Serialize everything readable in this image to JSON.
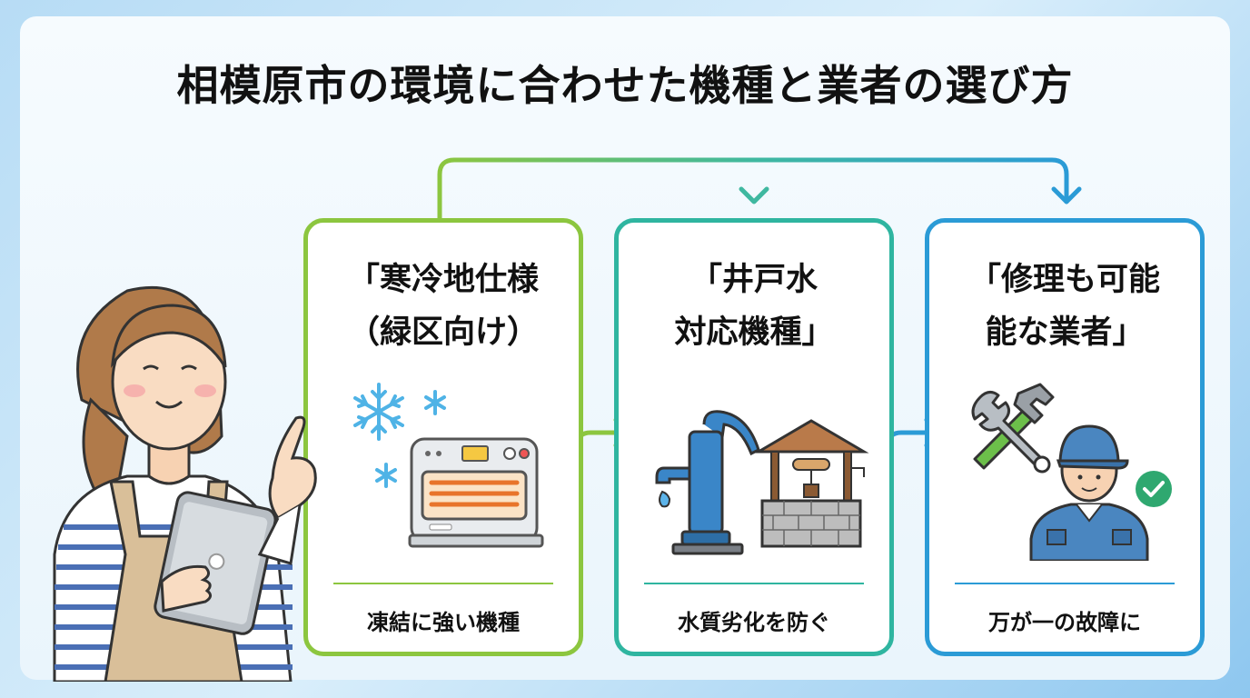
{
  "title": "相模原市の環境に合わせた機種と業者の選び方",
  "cards": [
    {
      "heading_line1": "「寒冷地仕様",
      "heading_line2": "（緑区向け）",
      "caption": "凍結に強い機種",
      "icons": [
        "snowflake-icon",
        "heater-icon"
      ],
      "color": "#8cc63f"
    },
    {
      "heading_line1": "「井戸水",
      "heading_line2": "対応機種」",
      "caption": "水質劣化を防ぐ",
      "icons": [
        "water-pump-icon",
        "well-icon"
      ],
      "color": "#2fb5a0"
    },
    {
      "heading_line1": "「修理も可能",
      "heading_line2": "能な業者」",
      "caption": "万が一の故障に",
      "icons": [
        "tools-icon",
        "technician-icon",
        "check-icon"
      ],
      "color": "#2b9bd6"
    }
  ],
  "colors": {
    "green": "#8cc63f",
    "teal": "#2fb5a0",
    "blue": "#2b9bd6"
  }
}
